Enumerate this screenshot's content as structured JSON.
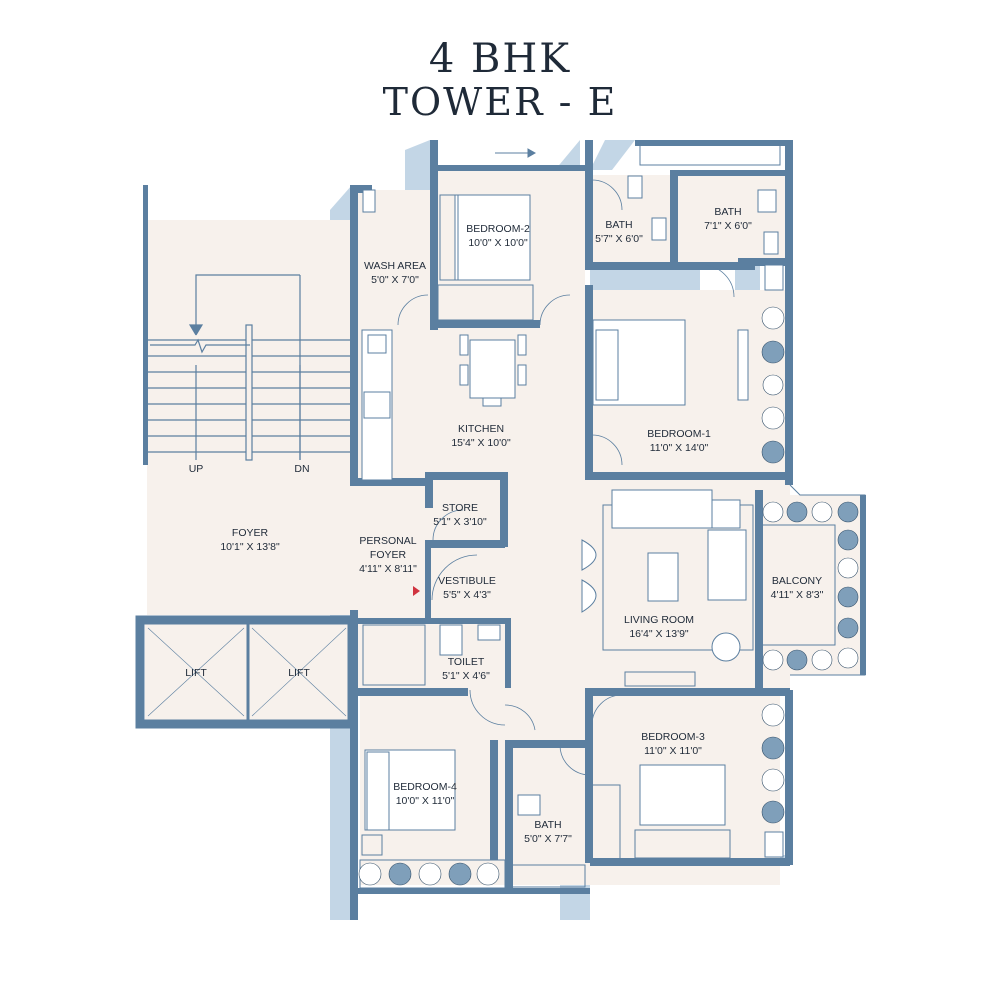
{
  "title": {
    "line1": "4 BHK",
    "line2": "TOWER - E"
  },
  "colors": {
    "wall": "#5b7fa0",
    "shadow": "#c3d6e6",
    "floor": "#f7f1ec",
    "text": "#1f2a38"
  },
  "rooms": {
    "bedroom2": {
      "name": "BEDROOM-2",
      "size": "10'0\" X 10'0\""
    },
    "bath_a": {
      "name": "BATH",
      "size": "5'7\" X 6'0\""
    },
    "bath_b": {
      "name": "BATH",
      "size": "7'1\" X 6'0\""
    },
    "wash_area": {
      "name": "WASH AREA",
      "size": "5'0\" X 7'0\""
    },
    "kitchen": {
      "name": "KITCHEN",
      "size": "15'4\" X 10'0\""
    },
    "bedroom1": {
      "name": "BEDROOM-1",
      "size": "11'0\" X 14'0\""
    },
    "store": {
      "name": "STORE",
      "size": "5'1\" X 3'10\""
    },
    "foyer": {
      "name": "FOYER",
      "size": "10'1\" X 13'8\""
    },
    "personal_foyer": {
      "name1": "PERSONAL",
      "name2": "FOYER",
      "size": "4'11\" X 8'11\""
    },
    "vestibule": {
      "name": "VESTIBULE",
      "size": "5'5\" X 4'3\""
    },
    "living_room": {
      "name": "LIVING ROOM",
      "size": "16'4\" X 13'9\""
    },
    "balcony": {
      "name": "BALCONY",
      "size": "4'11\" X 8'3\""
    },
    "toilet": {
      "name": "TOILET",
      "size": "5'1\" X 4'6\""
    },
    "bedroom3": {
      "name": "BEDROOM-3",
      "size": "11'0\" X 11'0\""
    },
    "bedroom4": {
      "name": "BEDROOM-4",
      "size": "10'0\" X 11'0\""
    },
    "bath_c": {
      "name": "BATH",
      "size": "5'0\" X 7'7\""
    }
  },
  "stairs": {
    "up": "UP",
    "dn": "DN"
  },
  "lifts": [
    "LIFT",
    "LIFT"
  ]
}
